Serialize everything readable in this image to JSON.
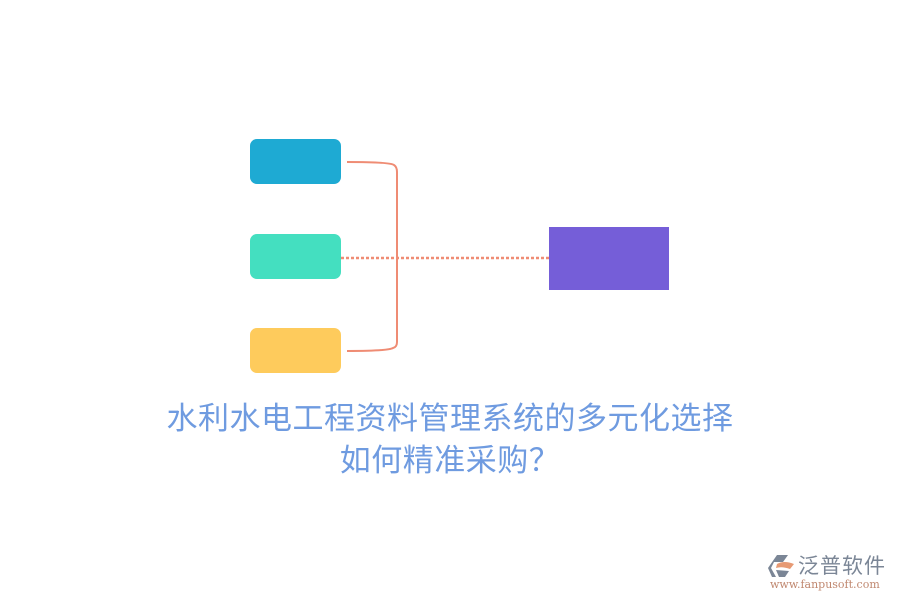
{
  "diagram": {
    "type": "many-to-one connector diagram",
    "source_nodes": [
      {
        "id": "node-1",
        "label": "",
        "color": "#1eaad3"
      },
      {
        "id": "node-2",
        "label": "",
        "color": "#44dfc0"
      },
      {
        "id": "node-3",
        "label": "",
        "color": "#fecb5c"
      }
    ],
    "target_node": {
      "id": "target",
      "label": "",
      "color": "#755ed8"
    },
    "connector_color": "#ef8c74",
    "edges": [
      {
        "from": "node-1",
        "to": "bracket",
        "style": "solid"
      },
      {
        "from": "node-3",
        "to": "bracket",
        "style": "solid"
      },
      {
        "from": "node-2",
        "to": "target",
        "style": "dotted"
      }
    ]
  },
  "title": {
    "line1": "水利水电工程资料管理系统的多元化选择",
    "line2": "如何精准采购？",
    "color": "#6f9be0"
  },
  "logo": {
    "name": "泛普软件",
    "url": "www.fanpusoft.com",
    "icon": "fanpu-logo-icon"
  }
}
